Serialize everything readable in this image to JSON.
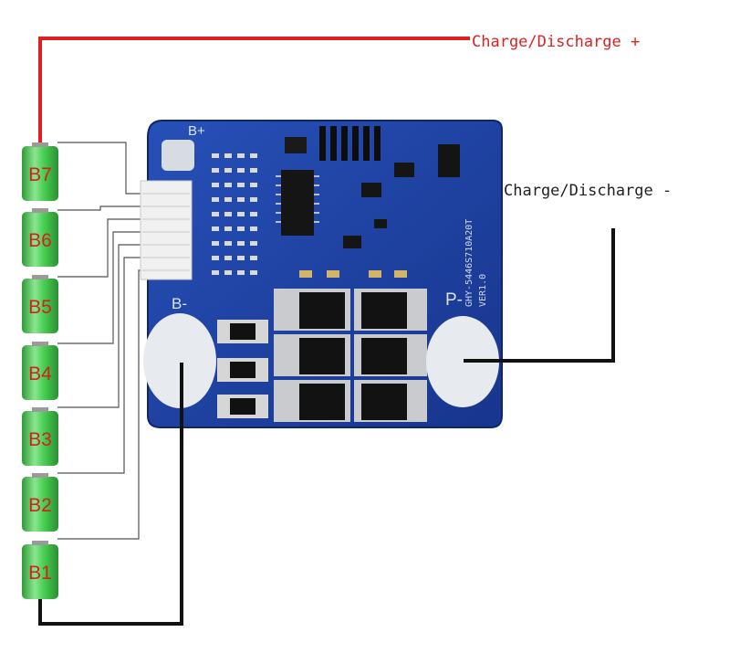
{
  "labels": {
    "charge_positive": "Charge/Discharge +",
    "charge_negative": "Charge/Discharge -"
  },
  "cells": [
    {
      "label": "B7"
    },
    {
      "label": "B6"
    },
    {
      "label": "B5"
    },
    {
      "label": "B4"
    },
    {
      "label": "B3"
    },
    {
      "label": "B2"
    },
    {
      "label": "B1"
    }
  ],
  "board": {
    "terminal_b_plus": "B+",
    "terminal_b_minus": "B-",
    "terminal_p_minus": "P-",
    "model_text": "GHY-5446S710A20T",
    "version_text": "VER1.0"
  },
  "colors": {
    "positive_wire": "#e02020",
    "negative_wire": "#111111",
    "board": "#1e3f9c",
    "cell_green": "#3fc94a"
  }
}
